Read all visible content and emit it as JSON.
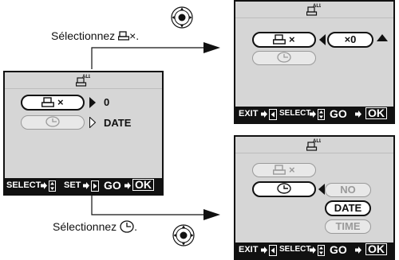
{
  "captions": {
    "top": "Sélectionnez",
    "top_suffix": "×.",
    "bottom": "Sélectionnez",
    "bottom_suffix": "."
  },
  "screen_main": {
    "row1": {
      "label": "×",
      "value": "0"
    },
    "row2": {
      "value": "DATE"
    },
    "footer": {
      "select": "SELECT",
      "set": "SET",
      "go": "GO",
      "ok": "OK"
    }
  },
  "screen_top_right": {
    "row1": {
      "label": "×",
      "value": "×0"
    },
    "footer": {
      "exit": "EXIT",
      "select": "SELECT",
      "go": "GO",
      "ok": "OK"
    }
  },
  "screen_bottom_right": {
    "row1": {
      "label": "×"
    },
    "options": {
      "no": "NO",
      "date": "DATE",
      "time": "TIME"
    },
    "footer": {
      "exit": "EXIT",
      "select": "SELECT",
      "go": "GO",
      "ok": "OK"
    }
  },
  "icons": [
    "all-print-icon",
    "print-icon",
    "clock-icon",
    "arrow-pad-icon",
    "ok-dial-icon",
    "arrow-right-icon",
    "updown-icon",
    "leftright-icon"
  ],
  "colors": {
    "screen": "#d6d6d6",
    "footer": "#111111",
    "inactive": "#9a9a9a"
  }
}
